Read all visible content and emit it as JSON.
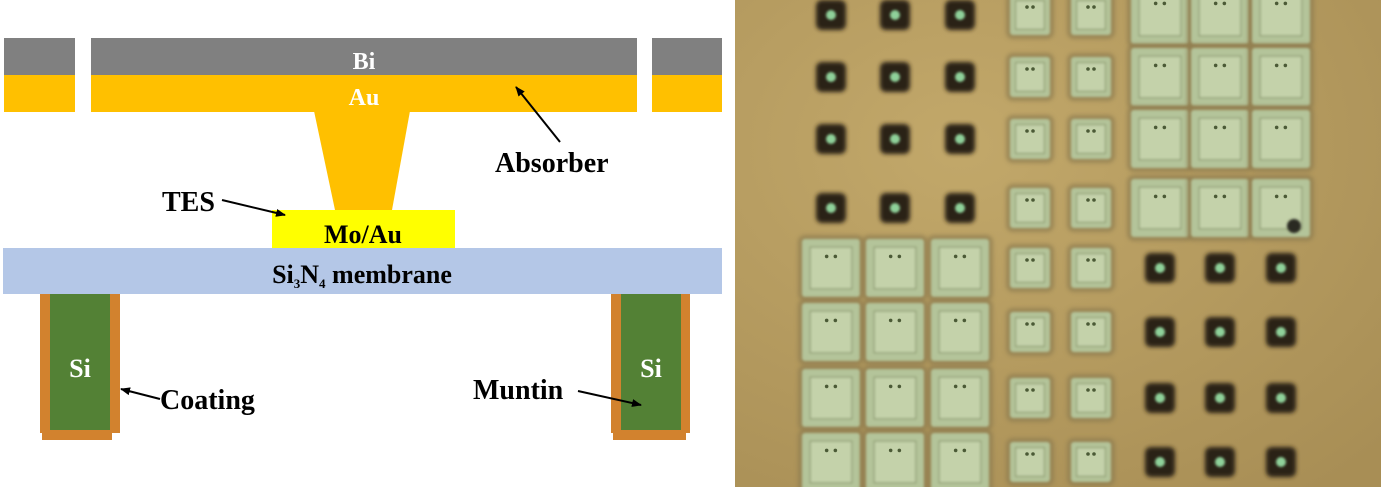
{
  "schematic": {
    "labels": {
      "bi": "Bi",
      "au": "Au",
      "absorber": "Absorber",
      "tes": "TES",
      "mo_au": "Mo/Au",
      "membrane_pre": "Si",
      "membrane_sub1": "3",
      "membrane_mid": "N",
      "membrane_sub2": "4",
      "membrane_post": " membrane",
      "si_left": "Si",
      "si_right": "Si",
      "coating": "Coating",
      "muntin": "Muntin"
    },
    "colors": {
      "bismuth": "#808080",
      "gold": "#ffc000",
      "tes": "#ffff00",
      "membrane": "#b4c7e7",
      "silicon": "#538135",
      "coating": "#d2822e",
      "label_on_dark": "#ffffff",
      "label": "#000000"
    }
  },
  "micrograph": {
    "background": "#b39a5e",
    "pixel_types": {
      "absorber_small": "green square absorber (small)",
      "absorber_large": "green square absorber (large)",
      "dot": "dark pixel with green center"
    },
    "grid_rows": [
      [
        "dot",
        "dot",
        "dot",
        "absorber_small",
        "absorber_small",
        "absorber_large",
        "absorber_large",
        "absorber_large"
      ],
      [
        "dot",
        "dot",
        "dot",
        "absorber_small",
        "absorber_small",
        "absorber_large",
        "absorber_large",
        "absorber_large"
      ],
      [
        "dot",
        "dot",
        "dot",
        "absorber_small",
        "absorber_small",
        "absorber_large",
        "absorber_large",
        "absorber_large"
      ],
      [
        "dot",
        "dot",
        "dot",
        "absorber_small",
        "absorber_small",
        "absorber_large",
        "absorber_large",
        "absorber_large"
      ],
      [
        "absorber_large",
        "absorber_large",
        "absorber_large",
        "absorber_small",
        "absorber_small",
        "dot",
        "dot",
        "dot"
      ],
      [
        "absorber_large",
        "absorber_large",
        "absorber_large",
        "absorber_small",
        "absorber_small",
        "dot",
        "dot",
        "dot"
      ],
      [
        "absorber_large",
        "absorber_large",
        "absorber_large",
        "absorber_small",
        "absorber_small",
        "dot",
        "dot",
        "dot"
      ],
      [
        "absorber_large",
        "absorber_large",
        "absorber_large",
        "absorber_small",
        "absorber_small",
        "dot",
        "dot",
        "dot"
      ]
    ]
  }
}
